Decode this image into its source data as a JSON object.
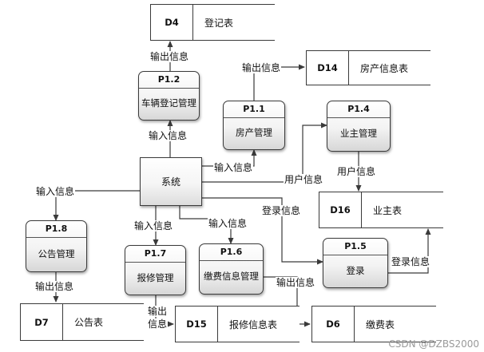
{
  "diagram": {
    "system": {
      "label": "系统"
    },
    "processes": {
      "p1_1": {
        "id": "P1.1",
        "name": "房产管理"
      },
      "p1_2": {
        "id": "P1.2",
        "name": "车辆登记管理"
      },
      "p1_4": {
        "id": "P1.4",
        "name": "业主管理"
      },
      "p1_5": {
        "id": "P1.5",
        "name": "登录"
      },
      "p1_6": {
        "id": "P1.6",
        "name": "缴费信息管理"
      },
      "p1_7": {
        "id": "P1.7",
        "name": "报修管理"
      },
      "p1_8": {
        "id": "P1.8",
        "name": "公告管理"
      }
    },
    "stores": {
      "d4": {
        "id": "D4",
        "name": "登记表"
      },
      "d14": {
        "id": "D14",
        "name": "房产信息表"
      },
      "d16": {
        "id": "D16",
        "name": "业主表"
      },
      "d7": {
        "id": "D7",
        "name": "公告表"
      },
      "d15": {
        "id": "D15",
        "name": "报修信息表"
      },
      "d6": {
        "id": "D6",
        "name": "缴费表"
      }
    },
    "flows": {
      "out_d4": "输出信息",
      "in_p1_2": "输入信息",
      "out_d14": "输出信息",
      "in_p1_1": "输入信息",
      "user_info_1": "用户信息",
      "user_info_2": "用户信息",
      "in_p1_8": "输入信息",
      "in_p1_7": "输入信息",
      "in_p1_6": "输入信息",
      "login_info": "登录信息",
      "out_d7": "输出信息",
      "out_d15_line1": "输出",
      "out_d15_line2": "信息",
      "out_d6": "输出信息",
      "login_info_2": "登录信息"
    }
  },
  "watermark": "CSDN @DZBS2000",
  "colors": {
    "line": "#3a3a3a",
    "text": "#111111",
    "watermark": "#9a9a9a"
  }
}
